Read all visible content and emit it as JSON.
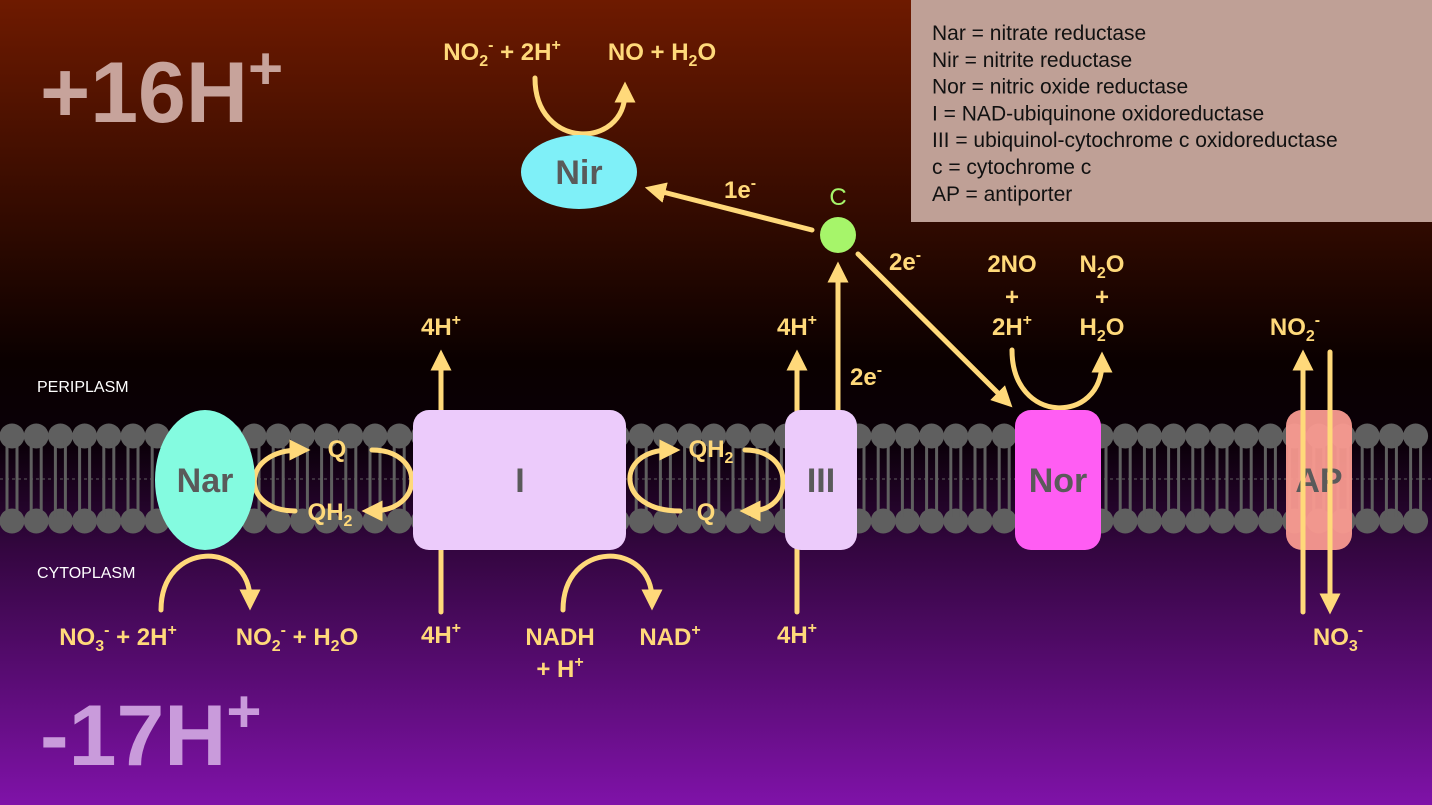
{
  "colors": {
    "periplasm_top": "#6e1a00",
    "membrane_dark": "#000000",
    "cytoplasm_bottom": "#7f12a8",
    "arrow": "#ffd97a",
    "lipid": "#5f5f5f",
    "nar": "#84fbe0",
    "nir": "#7ff0f8",
    "complex": "#eccbfb",
    "nor": "#ff5df3",
    "ap": "#f99a90",
    "cytochrome_c": "#a6f56a",
    "legend_bg": "#bfa096"
  },
  "proton_balance": {
    "top": [
      [
        "+16H",
        "n"
      ],
      [
        "+",
        "sup"
      ]
    ],
    "bottom": [
      [
        "-17H",
        "n"
      ],
      [
        "+",
        "sup"
      ]
    ]
  },
  "compartments": {
    "periplasm": "PERIPLASM",
    "cytoplasm": "CYTOPLASM"
  },
  "legend": [
    "Nar = nitrate reductase",
    "Nir = nitrite reductase",
    "Nor = nitric oxide reductase",
    "I = NAD-ubiquinone oxidoreductase",
    "III = ubiquinol-cytochrome c oxidoreductase",
    "c = cytochrome c",
    "AP = antiporter"
  ],
  "proteins": {
    "nar": "Nar",
    "nir": "Nir",
    "complex_i": "I",
    "complex_iii": "III",
    "nor": "Nor",
    "ap": "AP",
    "cyt_c": "C"
  },
  "labels": {
    "nir_substrate": [
      [
        "NO",
        "n"
      ],
      [
        "2",
        "sub"
      ],
      [
        "-",
        "sup"
      ],
      [
        " + 2H",
        "n"
      ],
      [
        "+",
        "sup"
      ]
    ],
    "nir_product": [
      [
        "NO + H",
        "n"
      ],
      [
        "2",
        "sub"
      ],
      [
        "O",
        "n"
      ]
    ],
    "e_to_nir": [
      [
        "1e",
        "n"
      ],
      [
        "-",
        "sup"
      ]
    ],
    "e_to_nor": [
      [
        "2e",
        "n"
      ],
      [
        "-",
        "sup"
      ]
    ],
    "e_from_iii": [
      [
        "2e",
        "n"
      ],
      [
        "-",
        "sup"
      ]
    ],
    "i_out": [
      [
        "4H",
        "n"
      ],
      [
        "+",
        "sup"
      ]
    ],
    "i_in": [
      [
        "4H",
        "n"
      ],
      [
        "+",
        "sup"
      ]
    ],
    "iii_out": [
      [
        "4H",
        "n"
      ],
      [
        "+",
        "sup"
      ]
    ],
    "iii_in": [
      [
        "4H",
        "n"
      ],
      [
        "+",
        "sup"
      ]
    ],
    "nar_q": [
      [
        "Q",
        "n"
      ]
    ],
    "nar_qh2": [
      [
        "QH",
        "n"
      ],
      [
        "2",
        "sub"
      ]
    ],
    "iii_qh2": [
      [
        "QH",
        "n"
      ],
      [
        "2",
        "sub"
      ]
    ],
    "iii_q": [
      [
        "Q",
        "n"
      ]
    ],
    "nar_substrate": [
      [
        "NO",
        "n"
      ],
      [
        "3",
        "sub"
      ],
      [
        "-",
        "sup"
      ],
      [
        " + 2H",
        "n"
      ],
      [
        "+",
        "sup"
      ]
    ],
    "nar_product": [
      [
        "NO",
        "n"
      ],
      [
        "2",
        "sub"
      ],
      [
        "-",
        "sup"
      ],
      [
        " + H",
        "n"
      ],
      [
        "2",
        "sub"
      ],
      [
        "O",
        "n"
      ]
    ],
    "nadh_1": [
      [
        "NADH",
        "n"
      ]
    ],
    "nadh_2": [
      [
        "+ H",
        "n"
      ],
      [
        "+",
        "sup"
      ]
    ],
    "nad": [
      [
        "NAD",
        "n"
      ],
      [
        "+",
        "sup"
      ]
    ],
    "nor_sub_1": [
      [
        "2NO",
        "n"
      ]
    ],
    "nor_sub_2": [
      [
        "+",
        "n"
      ]
    ],
    "nor_sub_3": [
      [
        "2H",
        "n"
      ],
      [
        "+",
        "sup"
      ]
    ],
    "nor_prod_1": [
      [
        "N",
        "n"
      ],
      [
        "2",
        "sub"
      ],
      [
        "O",
        "n"
      ]
    ],
    "nor_prod_2": [
      [
        "+",
        "n"
      ]
    ],
    "nor_prod_3": [
      [
        "H",
        "n"
      ],
      [
        "2",
        "sub"
      ],
      [
        "O",
        "n"
      ]
    ],
    "ap_out": [
      [
        "NO",
        "n"
      ],
      [
        "2",
        "sub"
      ],
      [
        "-",
        "sup"
      ]
    ],
    "ap_in": [
      [
        "NO",
        "n"
      ],
      [
        "3",
        "sub"
      ],
      [
        "-",
        "sup"
      ]
    ]
  }
}
